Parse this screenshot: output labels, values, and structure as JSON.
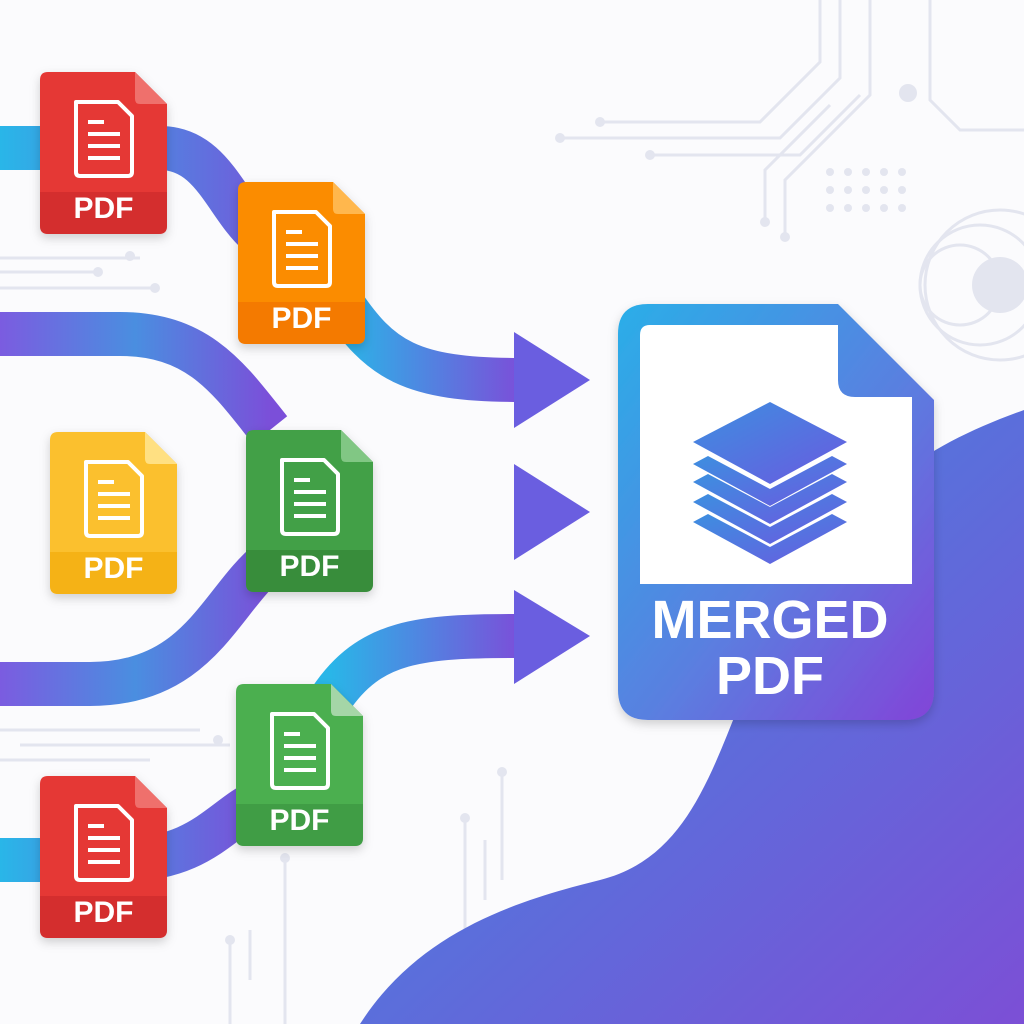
{
  "files": [
    {
      "label": "PDF",
      "color": "#e53935",
      "dark": "#c62828",
      "ear": "#ef6f6c"
    },
    {
      "label": "PDF",
      "color": "#fb8c00",
      "dark": "#ef6c00",
      "ear": "#ffb74d"
    },
    {
      "label": "PDF",
      "color": "#fbc02d",
      "dark": "#f0a500",
      "ear": "#ffe082"
    },
    {
      "label": "PDF",
      "color": "#43a047",
      "dark": "#2e7d32",
      "ear": "#81c784"
    },
    {
      "label": "PDF",
      "color": "#4caf50",
      "dark": "#388e3c",
      "ear": "#a5d6a7"
    },
    {
      "label": "PDF",
      "color": "#e53935",
      "dark": "#c62828",
      "ear": "#ef6f6c"
    }
  ],
  "merged": {
    "line1": "MERGED",
    "line2": "PDF",
    "icon": "layers-icon"
  },
  "colors": {
    "band_start": "#29b6e8",
    "band_end": "#7b4fd9",
    "blob_start": "#3a8ee0",
    "blob_end": "#7c4fd6"
  }
}
